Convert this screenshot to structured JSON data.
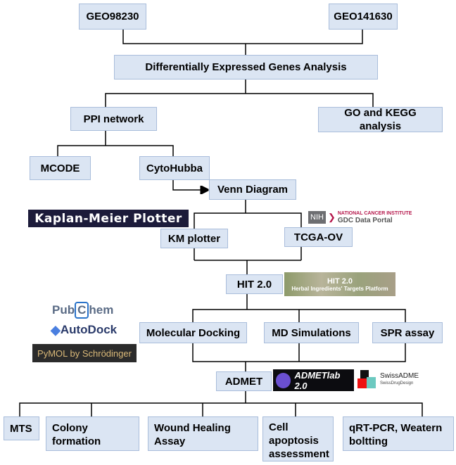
{
  "nodes": {
    "geo1": "GEO98230",
    "geo2": "GEO141630",
    "deg": "Differentially Expressed Genes Analysis",
    "ppi": "PPI network",
    "go": "GO and KEGG analysis",
    "mcode": "MCODE",
    "cytohubba": "CytoHubba",
    "venn": "Venn Diagram",
    "km": "KM plotter",
    "tcga": "TCGA-OV",
    "hit": "HIT 2.0",
    "docking": "Molecular Docking",
    "md": "MD Simulations",
    "spr": "SPR assay",
    "admet": "ADMET",
    "mts": "MTS",
    "colony": "Colony formation",
    "wound": "Wound Healing Assay",
    "apoptosis": "Cell apoptosis assessment",
    "qrt": "qRT-PCR, Weatern boltting"
  },
  "logos": {
    "kmplotter": "Kaplan-Meier Plotter",
    "nih_badge": "NIH",
    "nci": "NATIONAL CANCER INSTITUTE",
    "gdc": "GDC Data Portal",
    "hit_title": "HIT 2.0",
    "hit_sub": "Herbal Ingredients' Targets Platform",
    "pubchem_a": "Pub",
    "pubchem_c": "C",
    "pubchem_b": "hem",
    "autodock": "AutoDock",
    "pymol": "PyMOL by Schrödinger",
    "admetlab": "ADMETlab 2.0",
    "swissadme": "SwissADME",
    "swissdrug": "SwissDrugDesign"
  },
  "colors": {
    "box_fill": "#dbe5f3",
    "box_border": "#a9bddb",
    "line": "#000000"
  }
}
